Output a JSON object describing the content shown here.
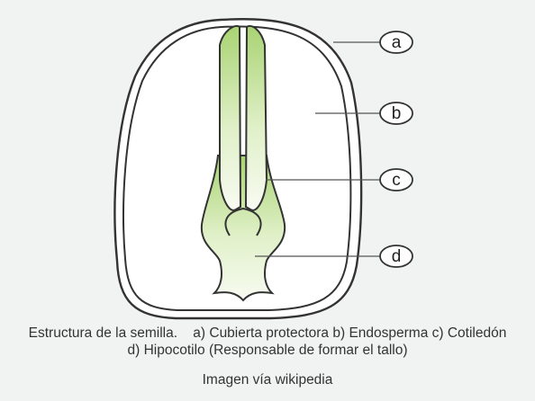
{
  "labels": [
    "a",
    "b",
    "c",
    "d"
  ],
  "caption": {
    "line1": "Estructura de la semilla.    a) Cubierta protectora b) Endosperma c) Cotiledón",
    "line2": "d) Hipocotilo (Responsable de formar el tallo)"
  },
  "credit": "Imagen vía wikipedia",
  "colors": {
    "background": "#f1f2f2",
    "seed_fill": "#ffffff",
    "outline": "#333333",
    "cotyledon_green": "#b9dc88"
  }
}
